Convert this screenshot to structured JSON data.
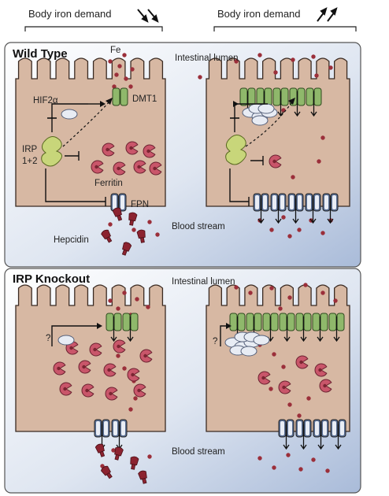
{
  "header": {
    "left_label": "Body iron demand",
    "left_arrows": "down-arrows",
    "right_label": "Body iron demand",
    "right_arrows": "up-arrows"
  },
  "panels": {
    "wild_type": {
      "title": "Wild Type",
      "fe_label": "Fe",
      "lumen_label": "Intestinal lumen",
      "blood_label": "Blood stream",
      "hif_label": "HIF2α",
      "dmt1_label": "DMT1",
      "irp_label_1": "IRP",
      "irp_label_2": "1+2",
      "ferritin_label": "Ferritin",
      "fpn_label": "FPN",
      "hepcidin_label": "Hepcidin"
    },
    "irp_knockout": {
      "title": "IRP Knockout",
      "lumen_label": "Intestinal lumen",
      "blood_label": "Blood stream",
      "unknown_left": "?",
      "unknown_right": "?"
    }
  },
  "colors": {
    "panel_gradient_start": "#ffffff",
    "panel_gradient_end": "#a9bbd9",
    "cell_fill": "#d7b8a3",
    "cell_stroke": "#3a2a22",
    "iron": "#9b2f3a",
    "ferritin": "#c9566a",
    "dmt1": "#8fb86b",
    "irp": "#c8d67a",
    "hif": "#e8ecf4",
    "fpn": "#5a6f94",
    "hepcidin": "#8c2330"
  }
}
